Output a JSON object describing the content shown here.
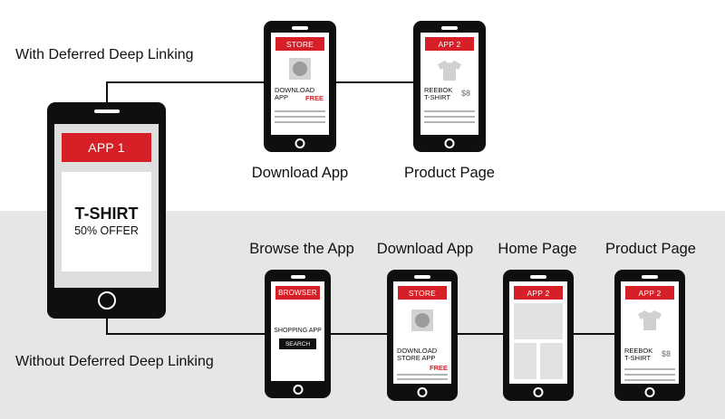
{
  "headings": {
    "with": "With Deferred Deep Linking",
    "without": "Without Deferred Deep Linking"
  },
  "source_phone": {
    "bar": "APP 1",
    "title": "T-SHIRT",
    "offer": "50% OFFER"
  },
  "with_flow": {
    "store_phone": {
      "caption": "Download App",
      "bar": "STORE",
      "line1": "DOWNLOAD",
      "line2": "APP",
      "tag": "FREE"
    },
    "product_phone": {
      "caption": "Product Page",
      "bar": "APP 2",
      "line1": "REEBOK",
      "line2": "T-SHIRT",
      "price": "$8"
    }
  },
  "without_flow": {
    "browser_phone": {
      "caption": "Browse the App",
      "bar": "BROWSER",
      "text": "SHOPPING APP",
      "button": "SEARCH"
    },
    "store_phone": {
      "caption": "Download App",
      "bar": "STORE",
      "line1": "DOWNLOAD",
      "line2": "STORE APP",
      "tag": "FREE"
    },
    "home_phone": {
      "caption": "Home Page",
      "bar": "APP 2"
    },
    "product_phone": {
      "caption": "Product Page",
      "bar": "APP 2",
      "line1": "REEBOK",
      "line2": "T-SHIRT",
      "price": "$8"
    }
  },
  "colors": {
    "accent": "#d61f26",
    "phone_body": "#0f0f0f",
    "band_background": "#e6e6e6"
  }
}
